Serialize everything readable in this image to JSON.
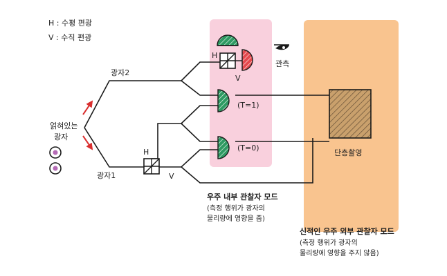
{
  "legend": {
    "h": "H : 수평 편광",
    "v": "V : 수직 편광"
  },
  "source": {
    "line1": "얽혀있는",
    "line2": "광자"
  },
  "photons": {
    "photon2": "광자2",
    "photon1": "광자1"
  },
  "polarizer_labels": {
    "h": "H",
    "v": "V"
  },
  "observer": {
    "label": "관측",
    "icon": "eye-icon"
  },
  "detectors": {
    "t1": "(T=1)",
    "t0": "(T=0)"
  },
  "camera": {
    "label": "단층촬영"
  },
  "internal_mode": {
    "title": "우주 내부 관찰자 모드",
    "desc1": "(측정 행위가 광자의",
    "desc2": "물리량에 영향을 줌)"
  },
  "external_mode": {
    "title": "신적인 우주 외부 관찰자 모드",
    "desc1": "(측정 행위가 광자의",
    "desc2": "물리량에 영향을 주지 않음)"
  },
  "colors": {
    "pink_box": "#f9d0dd",
    "orange_box": "#f9c48f",
    "green_detector": "#2e9a62",
    "red_detector": "#e5484d",
    "photon_dot": "#b56ab6",
    "arrow_red": "#d92f2f",
    "line": "#1a1a1a"
  }
}
